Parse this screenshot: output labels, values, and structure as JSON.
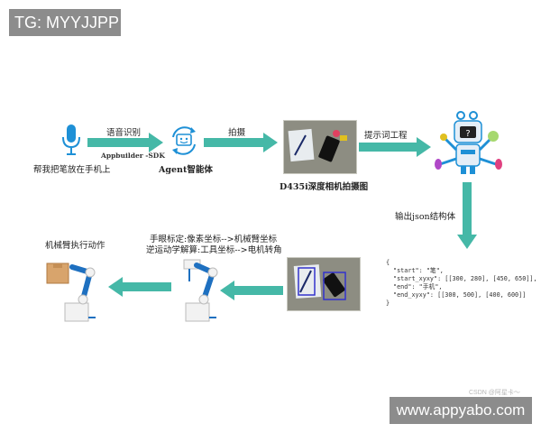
{
  "tags": {
    "top": "TG: MYYJJPP",
    "bottom": "www.appyabo.com",
    "watermark": "CSDN @阿星卡～"
  },
  "nodes": {
    "voice_command": "帮我把笔放在手机上",
    "agent": "Agent智能体",
    "agent_sdk": "Appbuilder -SDK",
    "photo": "D435i深度相机拍摄图",
    "robot_action": "机械臂执行动作"
  },
  "edges": {
    "speech": "语音识别",
    "capture": "拍摄",
    "prompt": "提示词工程",
    "json_out": "输出json结构体",
    "calib_line1": "手眼标定:像素坐标-->机械臂坐标",
    "calib_line2": "逆运动学解算:工具坐标-->电机转角"
  },
  "json_output": {
    "open": "{",
    "line1": "\"start\": \"笔\",",
    "line2": "\"start_xyxy\": [[300, 280], [450, 650]],",
    "line3": "\"end\": \"手机\",",
    "line4": "\"end_xyxy\": [[300, 500], [400, 600]]",
    "close": "}"
  },
  "colors": {
    "arrow": "#45b8a7",
    "mic": "#1e90d6",
    "tag_bg": "#8c8c8c"
  },
  "icons": [
    "microphone-icon",
    "agent-icon",
    "robot-icon",
    "robot-arm-icon"
  ]
}
